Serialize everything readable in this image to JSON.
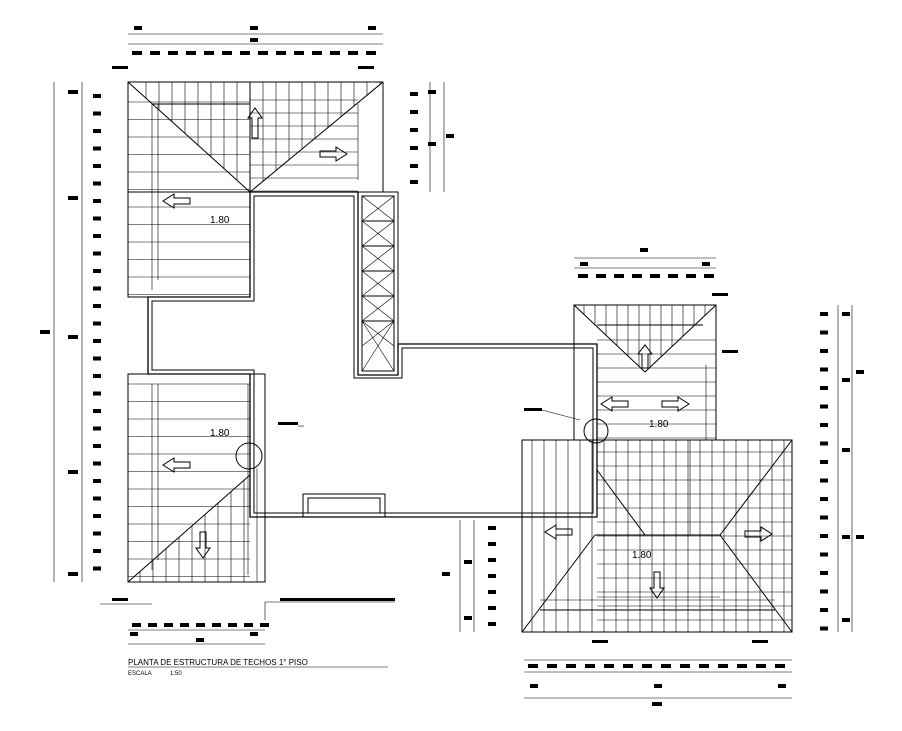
{
  "drawing": {
    "title": "PLANTA DE ESTRUCTURA DE TECHOS 1° PISO",
    "scale_label": "ESCALA",
    "scale_value": "1:50"
  },
  "slope_labels": {
    "upper_left": "1.80",
    "lower_left": "1.80",
    "right_upper": "1.80",
    "right_lower": "1.80"
  }
}
